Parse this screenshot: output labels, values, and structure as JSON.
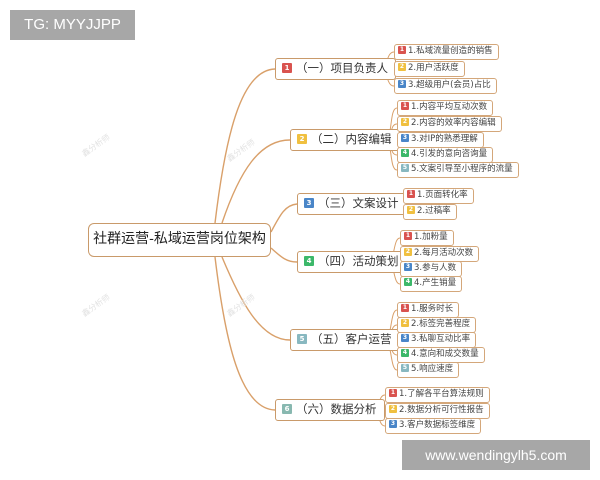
{
  "watermark_tag": "TG: MYYJJPP",
  "site_tag": "www.wendingylh5.com",
  "background_watermark": "鑫分析师",
  "colors": {
    "line": "#d9a06a",
    "border": "#c99a6a",
    "badge_red": "#d9534f",
    "badge_yellow": "#f0c040",
    "badge_blue": "#4a86c8",
    "badge_green": "#3cb86a",
    "badge_teal": "#88b8c0",
    "tag_bg": "#a7a7a7"
  },
  "root": {
    "label": "社群运营-私域运营岗位架构"
  },
  "branches": [
    {
      "badge": "1",
      "label": "（一）项目负责人",
      "children": [
        {
          "badge": "1",
          "label": "1.私域流量创造的销售"
        },
        {
          "badge": "2",
          "label": "2.用户活跃度"
        },
        {
          "badge": "3",
          "label": "3.超级用户(会员)占比"
        }
      ]
    },
    {
      "badge": "2",
      "label": "（二）内容编辑",
      "children": [
        {
          "badge": "1",
          "label": "1.内容平均互动次数"
        },
        {
          "badge": "2",
          "label": "2.内容的效率内容编辑"
        },
        {
          "badge": "3",
          "label": "3.对IP的熟悉理解"
        },
        {
          "badge": "4",
          "label": "4.引发的意向咨询量"
        },
        {
          "badge": "5",
          "label": "5.文案引导至小程序的流量"
        }
      ]
    },
    {
      "badge": "3",
      "label": "（三）文案设计",
      "children": [
        {
          "badge": "1",
          "label": "1.页面转化率"
        },
        {
          "badge": "2",
          "label": "2.过稿率"
        }
      ]
    },
    {
      "badge": "4",
      "label": "（四）活动策划",
      "children": [
        {
          "badge": "1",
          "label": "1.加粉量"
        },
        {
          "badge": "2",
          "label": "2.每月活动次数"
        },
        {
          "badge": "3",
          "label": "3.参与人数"
        },
        {
          "badge": "4",
          "label": "4.产生销量"
        }
      ]
    },
    {
      "badge": "5",
      "label": "（五）客户运营",
      "children": [
        {
          "badge": "1",
          "label": "1.服务时长"
        },
        {
          "badge": "2",
          "label": "2.标签完善程度"
        },
        {
          "badge": "3",
          "label": "3.私聊互动比率"
        },
        {
          "badge": "4",
          "label": "4.意向和成交数量"
        },
        {
          "badge": "5",
          "label": "5.响应速度"
        }
      ]
    },
    {
      "badge": "6",
      "label": "（六）数据分析",
      "children": [
        {
          "badge": "1",
          "label": "1.了解各平台算法规则"
        },
        {
          "badge": "2",
          "label": "2.数据分析可行性报告"
        },
        {
          "badge": "3",
          "label": "3.客户数据标签维度"
        }
      ]
    }
  ]
}
